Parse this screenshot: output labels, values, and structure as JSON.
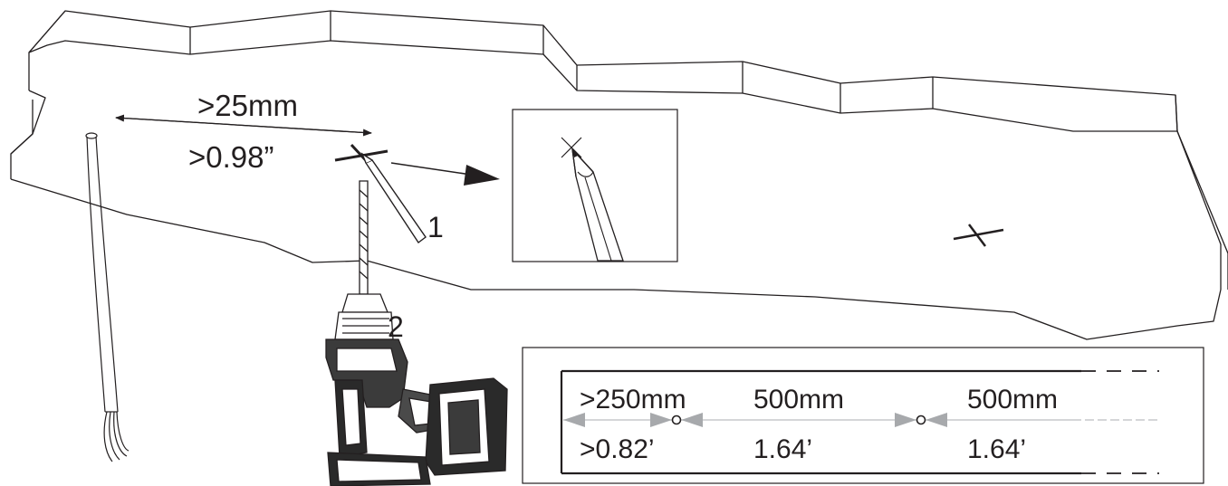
{
  "distance_to_cable": {
    "metric": ">25mm",
    "imperial": ">0.98”"
  },
  "steps": {
    "mark": "1",
    "drill": "2"
  },
  "spacing": {
    "first": {
      "metric": ">250mm",
      "imperial": ">0.82’"
    },
    "second": {
      "metric": "500mm",
      "imperial": "1.64’"
    },
    "third": {
      "metric": "500mm",
      "imperial": "1.64’"
    }
  },
  "colors": {
    "line": "#231f20",
    "arrow_gray": "#a7a9ac"
  }
}
